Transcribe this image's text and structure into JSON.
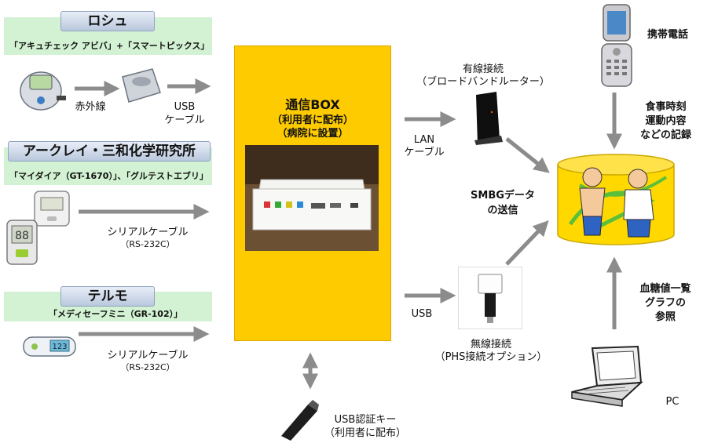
{
  "vendors": [
    {
      "name": "ロシュ",
      "product": "「アキュチェック アビバ」+「スマートピックス」"
    },
    {
      "name": "アークレイ・三和化学研究所",
      "product": "「マイダイア（GT-1670）」、「グルテストエブリ」"
    },
    {
      "name": "テルモ",
      "product": "「メディセーフミニ（GR-102）」"
    }
  ],
  "links": {
    "infrared": "赤外線",
    "usb_cable": [
      "USB",
      "ケーブル"
    ],
    "serial_1": [
      "シリアルケーブル",
      "（RS-232C）"
    ],
    "serial_2": [
      "シリアルケーブル",
      "（RS-232C）"
    ],
    "lan_cable": [
      "LAN",
      "ケーブル"
    ],
    "usb": "USB"
  },
  "hub": {
    "title": "通信BOX",
    "line1": "（利用者に配布）",
    "line2": "（病院に設置）"
  },
  "usb_key": [
    "USB認証キー",
    "（利用者に配布）"
  ],
  "wired": [
    "有線接続",
    "（ブロードバンドルーター）"
  ],
  "wireless": [
    "無線接続",
    "（PHS接続オプション）"
  ],
  "smbg": [
    "SMBGデータ",
    "の送信"
  ],
  "phone": {
    "label": "携帯電話",
    "note": [
      "食事時刻",
      "運動内容",
      "などの記録"
    ]
  },
  "pc": {
    "label": "PC",
    "note": [
      "血糖値一覧",
      "グラフの",
      "参照"
    ]
  },
  "colors": {
    "band": "#d3f2d3",
    "hub": "#fecb00",
    "arrow": "#8c8c8c",
    "db": "#ffd800"
  }
}
